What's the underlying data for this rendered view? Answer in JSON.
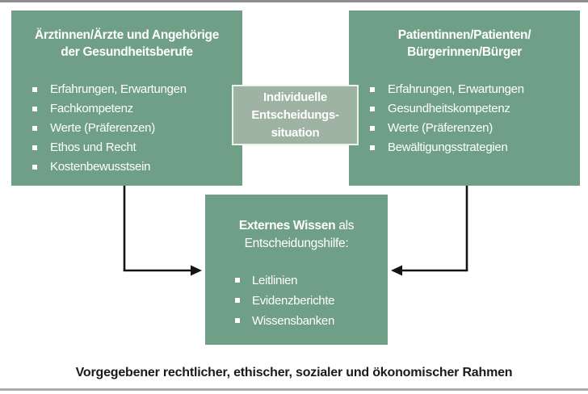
{
  "colors": {
    "box_green": "#6FA087",
    "overlay_green": "#9FB3A3",
    "overlay_border": "#EDF2ED",
    "text_white": "#FFFFFF",
    "arrow_black": "#141414",
    "top_rule_gray": "#8F8F8F",
    "bottom_rule_gray": "#ACACAC",
    "caption_black": "#1A1A1A"
  },
  "boxes": {
    "professionals": {
      "title_line1": "Ärztinnen/Ärzte und Angehörige",
      "title_line2": "der Gesundheitsberufe",
      "items": [
        "Erfahrungen, Erwartungen",
        "Fachkompetenz",
        "Werte (Präferenzen)",
        "Ethos und Recht",
        "Kostenbewusstsein"
      ]
    },
    "patients": {
      "title_line1": "Patientinnen/Patienten/",
      "title_line2": "Bürgerinnen/Bürger",
      "items": [
        "Erfahrungen, Erwartungen",
        "Gesundheitskompetenz",
        "Werte (Präferenzen)",
        "Bewältigungsstrategien"
      ]
    },
    "decision": {
      "line1": "Individuelle",
      "line2": "Entscheidungs-",
      "line3": "situation"
    },
    "external": {
      "title_bold": "Externes Wissen",
      "title_rest": " als",
      "title_line2": "Entscheidungshilfe:",
      "items": [
        "Leitlinien",
        "Evidenzberichte",
        "Wissensbanken"
      ]
    }
  },
  "caption": "Vorgegebener rechtlicher, ethischer, sozialer und ökonomischer Rahmen"
}
